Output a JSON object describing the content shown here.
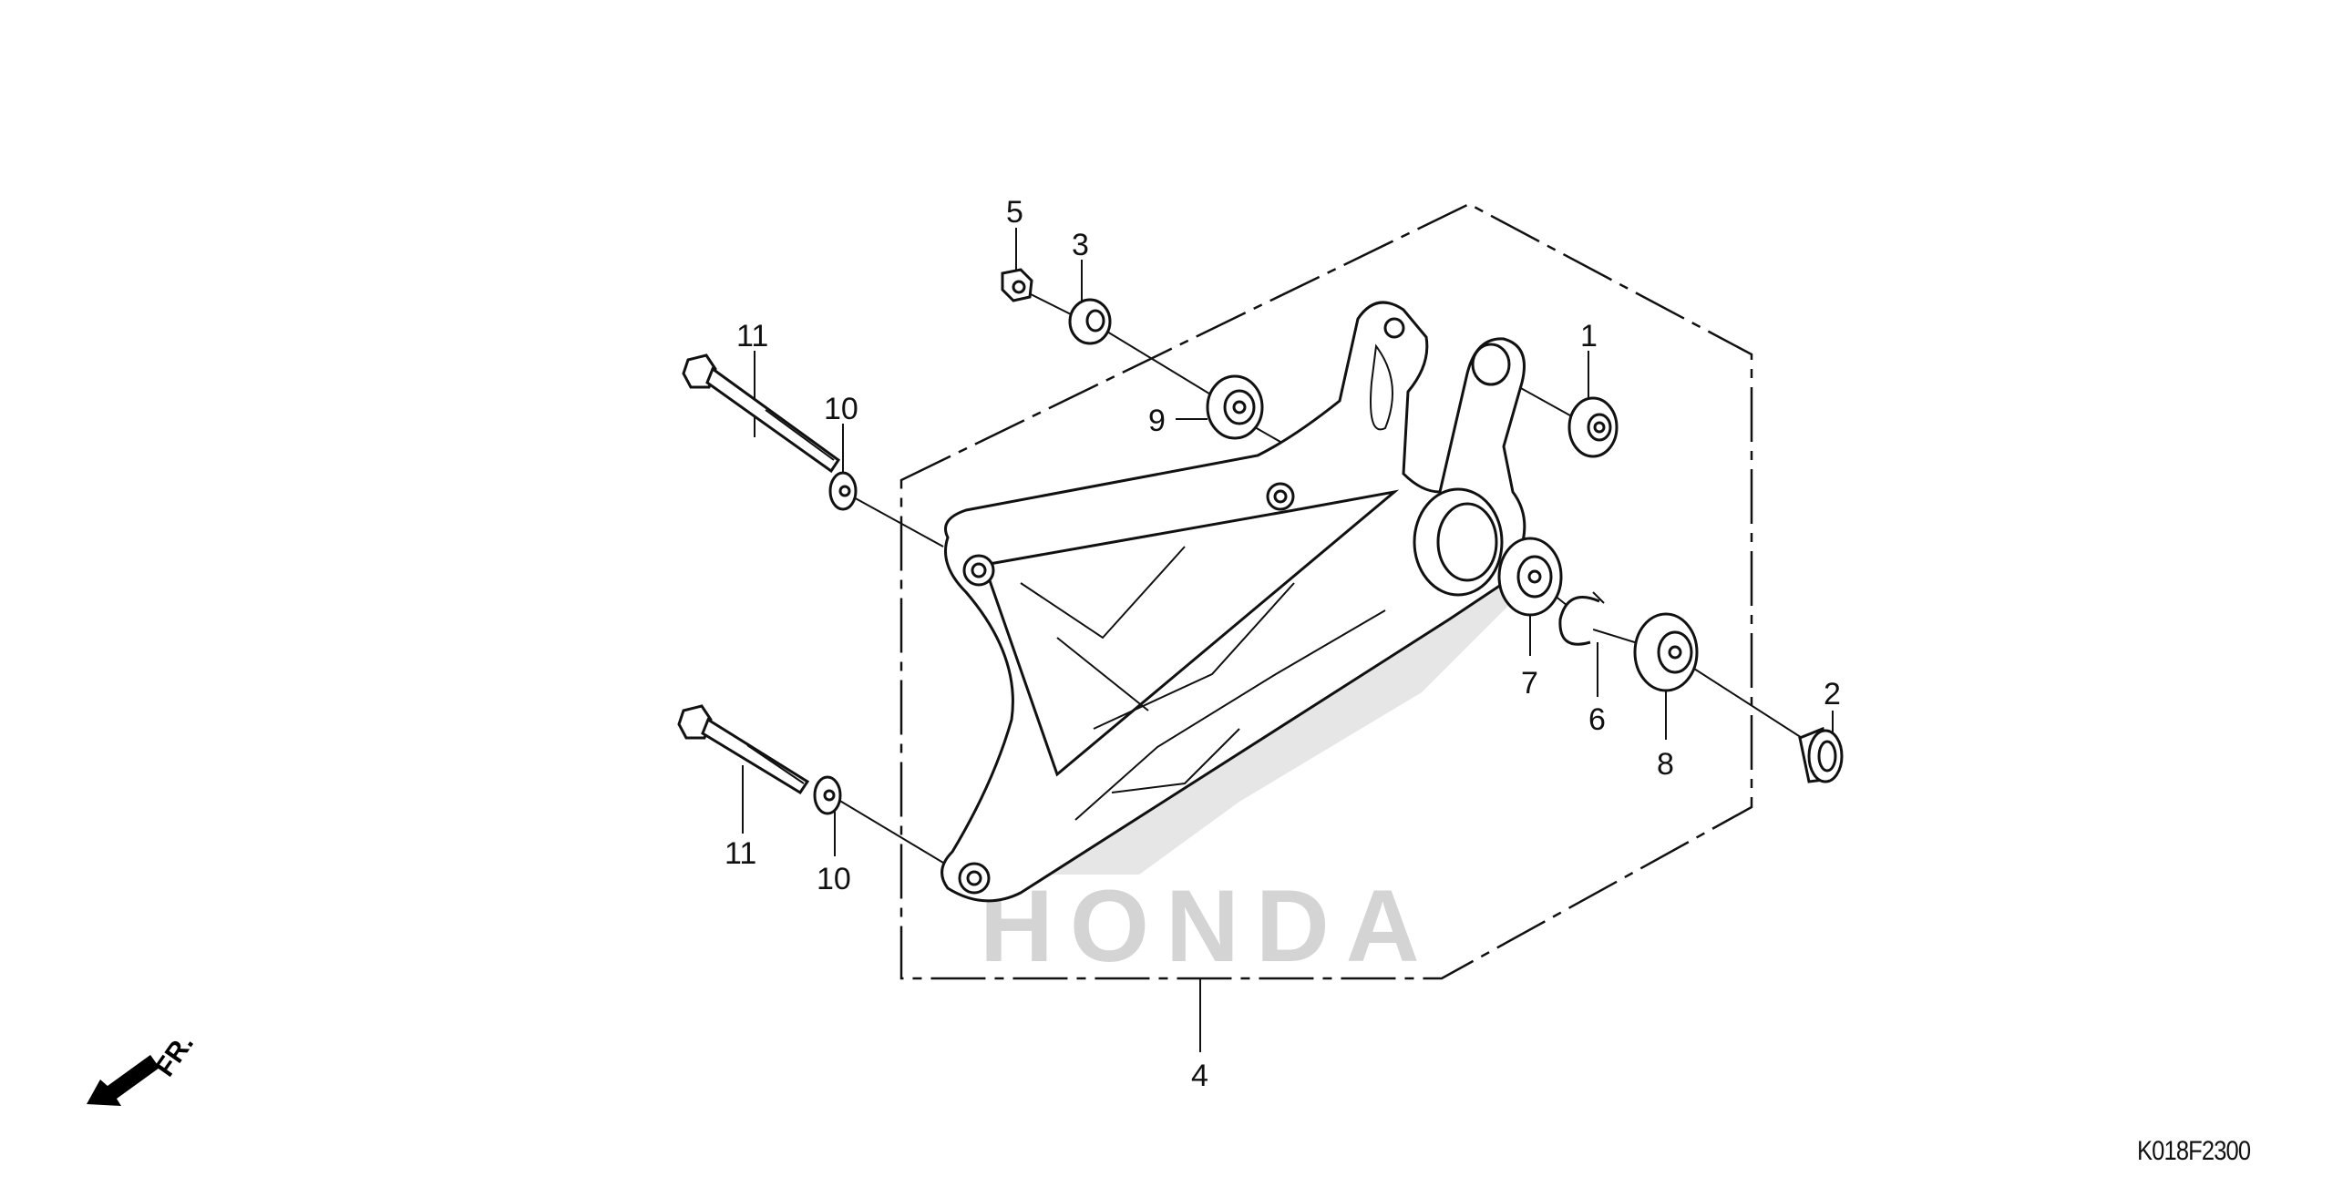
{
  "diagram": {
    "watermark": "HONDA",
    "direction_indicator": "FR.",
    "figure_code": "K018F2300",
    "callouts": [
      {
        "ref": "1"
      },
      {
        "ref": "2"
      },
      {
        "ref": "3"
      },
      {
        "ref": "4"
      },
      {
        "ref": "5"
      },
      {
        "ref": "6"
      },
      {
        "ref": "7"
      },
      {
        "ref": "8"
      },
      {
        "ref": "9"
      },
      {
        "ref": "10"
      },
      {
        "ref": "10"
      },
      {
        "ref": "11"
      },
      {
        "ref": "11"
      }
    ]
  }
}
